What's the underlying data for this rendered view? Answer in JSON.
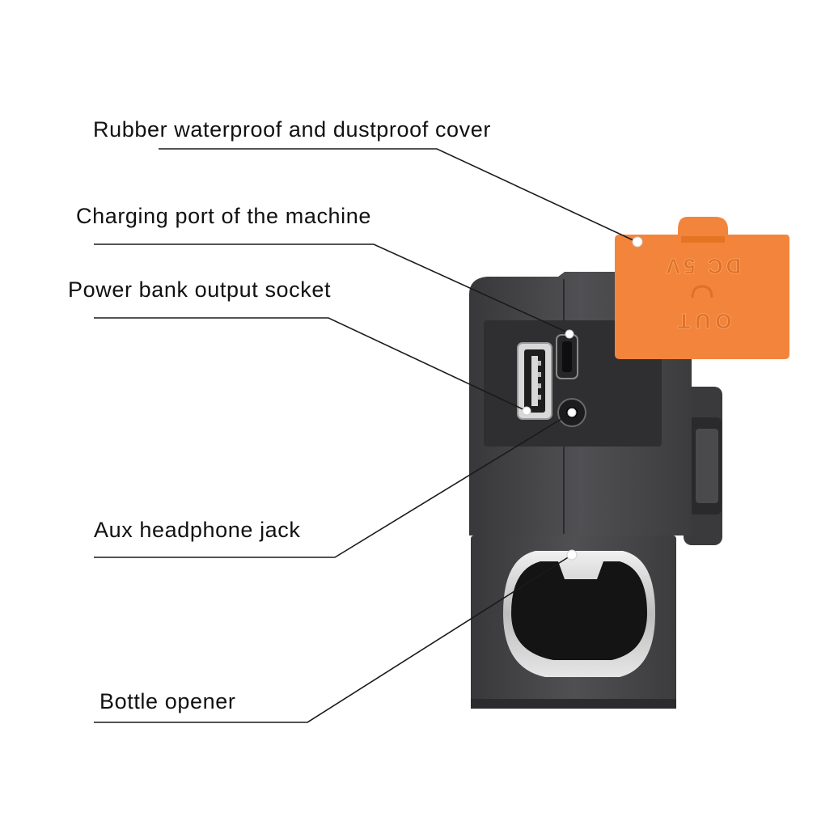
{
  "callouts": [
    {
      "id": "cover",
      "text": "Rubber waterproof and dustproof cover"
    },
    {
      "id": "charging",
      "text": "Charging port of the machine"
    },
    {
      "id": "powerbank",
      "text": "Power bank output socket"
    },
    {
      "id": "aux",
      "text": "Aux headphone jack"
    },
    {
      "id": "opener",
      "text": "Bottle opener"
    }
  ],
  "cover_marking": {
    "line1": "OUT",
    "line2": "DC 5V"
  },
  "colors": {
    "device_body": "#4a4a4c",
    "device_dark": "#2e2e30",
    "cover_orange": "#f2853b",
    "leader_line": "#1a1a1a",
    "opener_metal": "#d9d9d9"
  }
}
